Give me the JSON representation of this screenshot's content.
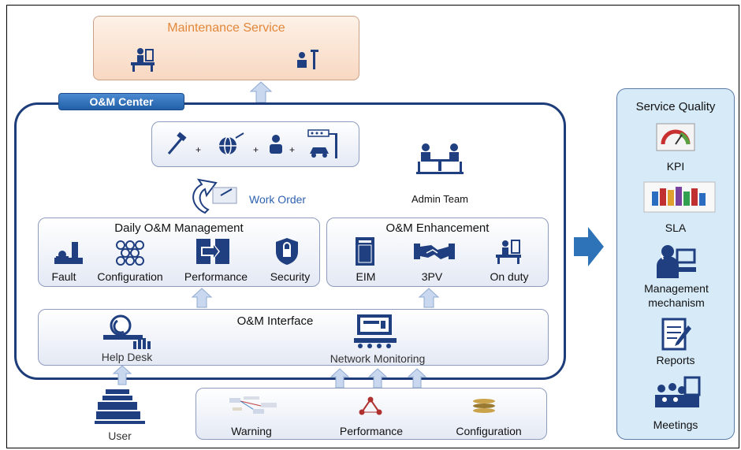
{
  "maintenance": {
    "title": "Maintenance Service"
  },
  "om_center": {
    "label": "O&M Center",
    "work_order": "Work Order",
    "admin_team": "Admin Team",
    "daily": {
      "title": "Daily O&M Management",
      "items": [
        "Fault",
        "Configuration",
        "Performance",
        "Security"
      ]
    },
    "enhancement": {
      "title": "O&M Enhancement",
      "items": [
        "EIM",
        "3PV",
        "On duty"
      ]
    },
    "interface": {
      "title": "O&M Interface",
      "help_desk": "Help Desk",
      "network_monitoring": "Network Monitoring"
    }
  },
  "user": "User",
  "monitoring": {
    "items": [
      "Warning",
      "Performance",
      "Configuration"
    ]
  },
  "service_quality": {
    "title": "Service Quality",
    "items": [
      "KPI",
      "SLA",
      "Management mechanism",
      "Reports",
      "Meetings"
    ]
  },
  "colors": {
    "navy": "#1f3f80",
    "maintenance_title": "#e3873a",
    "maintenance_bg": "#fbe3d2",
    "service_quality_bg": "#d6eaf8",
    "tab": "#2d6eb5",
    "arrow": "#2e73b8"
  }
}
